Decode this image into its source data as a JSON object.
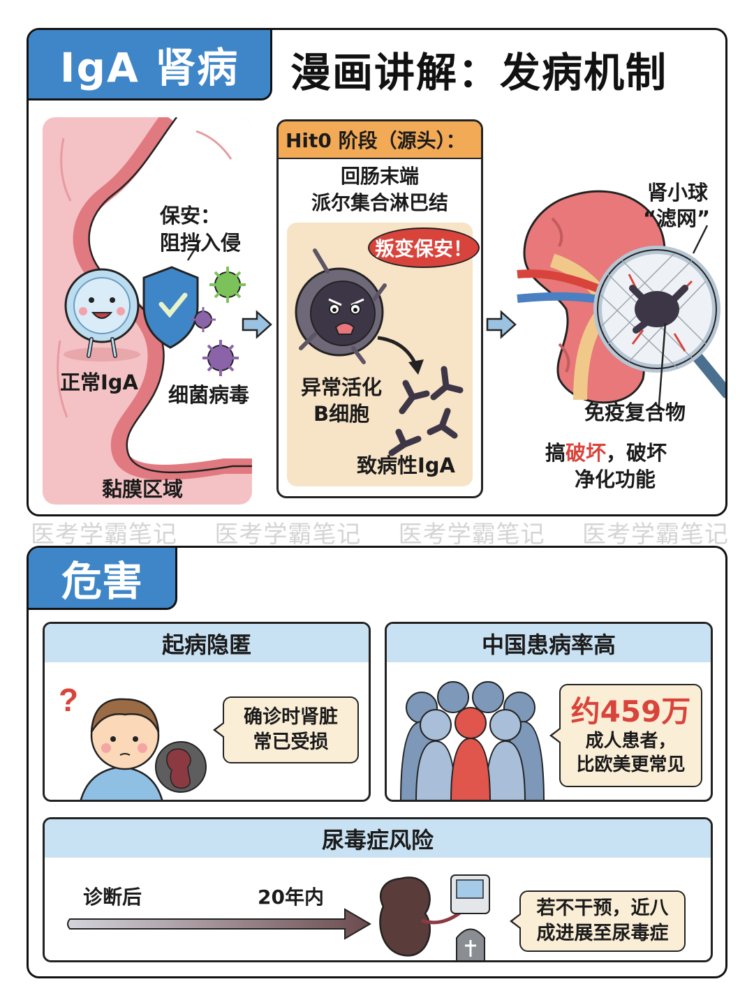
{
  "header": {
    "tag": "IgA 肾病",
    "title": "漫画讲解：发病机制"
  },
  "mechanism": {
    "mucosa": {
      "guard_label_line1": "保安：",
      "guard_label_line2": "阻挡入侵",
      "normal_iga": "正常IgA",
      "pathogens": "细菌病毒",
      "region": "黏膜区域"
    },
    "hit0": {
      "header": "Hit0 阶段（源头）：",
      "location_line1": "回肠末端",
      "location_line2": "派尔集合淋巴结",
      "bubble": "叛变保安！",
      "b_cell_line1": "异常活化",
      "b_cell_line2": "B细胞",
      "pathogenic_iga": "致病性IgA"
    },
    "kidney": {
      "glomerulus_line1": "肾小球",
      "glomerulus_line2": "“滤网”",
      "immune_complex": "免疫复合物",
      "damage_prefix": "搞",
      "damage_highlight": "破坏",
      "damage_suffix": "，破坏",
      "damage_line2": "净化功能"
    }
  },
  "watermark": [
    "医考学霸笔记",
    "医考学霸笔记",
    "医考学霸笔记",
    "医考学霸笔记"
  ],
  "harm": {
    "tag": "危害",
    "hidden_onset": {
      "title": "起病隐匿",
      "bubble_line1": "确诊时肾脏",
      "bubble_line2": "常已受损"
    },
    "china_prevalence": {
      "title": "中国患病率高",
      "figure": "约459万",
      "line1": "成人患者，",
      "line2": "比欧美更常见"
    },
    "uremia_risk": {
      "title": "尿毒症风险",
      "start_label": "诊断后",
      "end_label": "20年内",
      "bubble_line1": "若不干预，近八",
      "bubble_line2": "成进展至尿毒症"
    }
  },
  "colors": {
    "tag_blue": "#3f86c8",
    "hit0_orange": "#f3aa57",
    "alert_red": "#d8443b",
    "card_head_blue": "#c9e2f3",
    "mucosa_pink": "#f4c2c4",
    "bubble_cream": "#fbeed6"
  }
}
